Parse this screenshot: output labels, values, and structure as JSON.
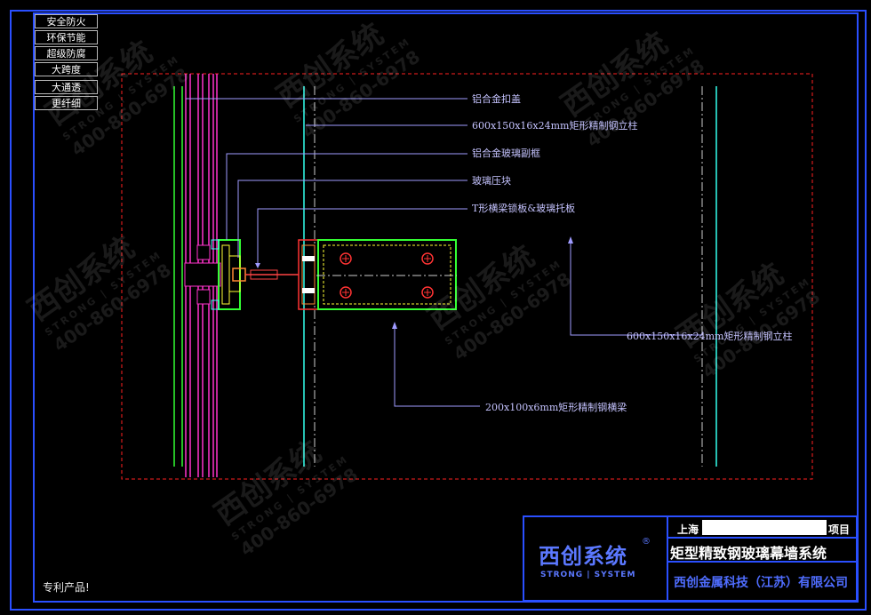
{
  "tags": [
    "安全防火",
    "环保节能",
    "超级防腐",
    "大跨度",
    "大通透",
    "更纤细"
  ],
  "notes": {
    "cap": "铝合金扣盖",
    "column_top": "600x150x16x24mm矩形精制钢立柱",
    "subframe": "铝合金玻璃副框",
    "press_block": "玻璃压块",
    "t_bracket": "T形横梁锁板&玻璃托板",
    "column_right": "600x150x16x24mm矩形精制钢立柱",
    "beam": "200x100x6mm矩形精制钢横梁"
  },
  "patent": "专利产品!",
  "title_block": {
    "logo_main": "西创系统",
    "logo_reg": "®",
    "logo_sub": "STRONG | SYSTEM",
    "project_prefix": "上海",
    "project_suffix": "项目",
    "system_name": "矩型精致钢玻璃幕墙系统",
    "company": "西创金属科技（江苏）有限公司"
  },
  "watermark": {
    "brand": "西创系统",
    "sub": "STRONG | SYSTEM",
    "phone": "400-860-6978"
  },
  "colors": {
    "frame": "#2a4fff",
    "redline": "#ff2020",
    "green": "#33ff33",
    "magenta": "#ff33cc",
    "cyan": "#33ffee",
    "leader": "#9f9bff"
  }
}
